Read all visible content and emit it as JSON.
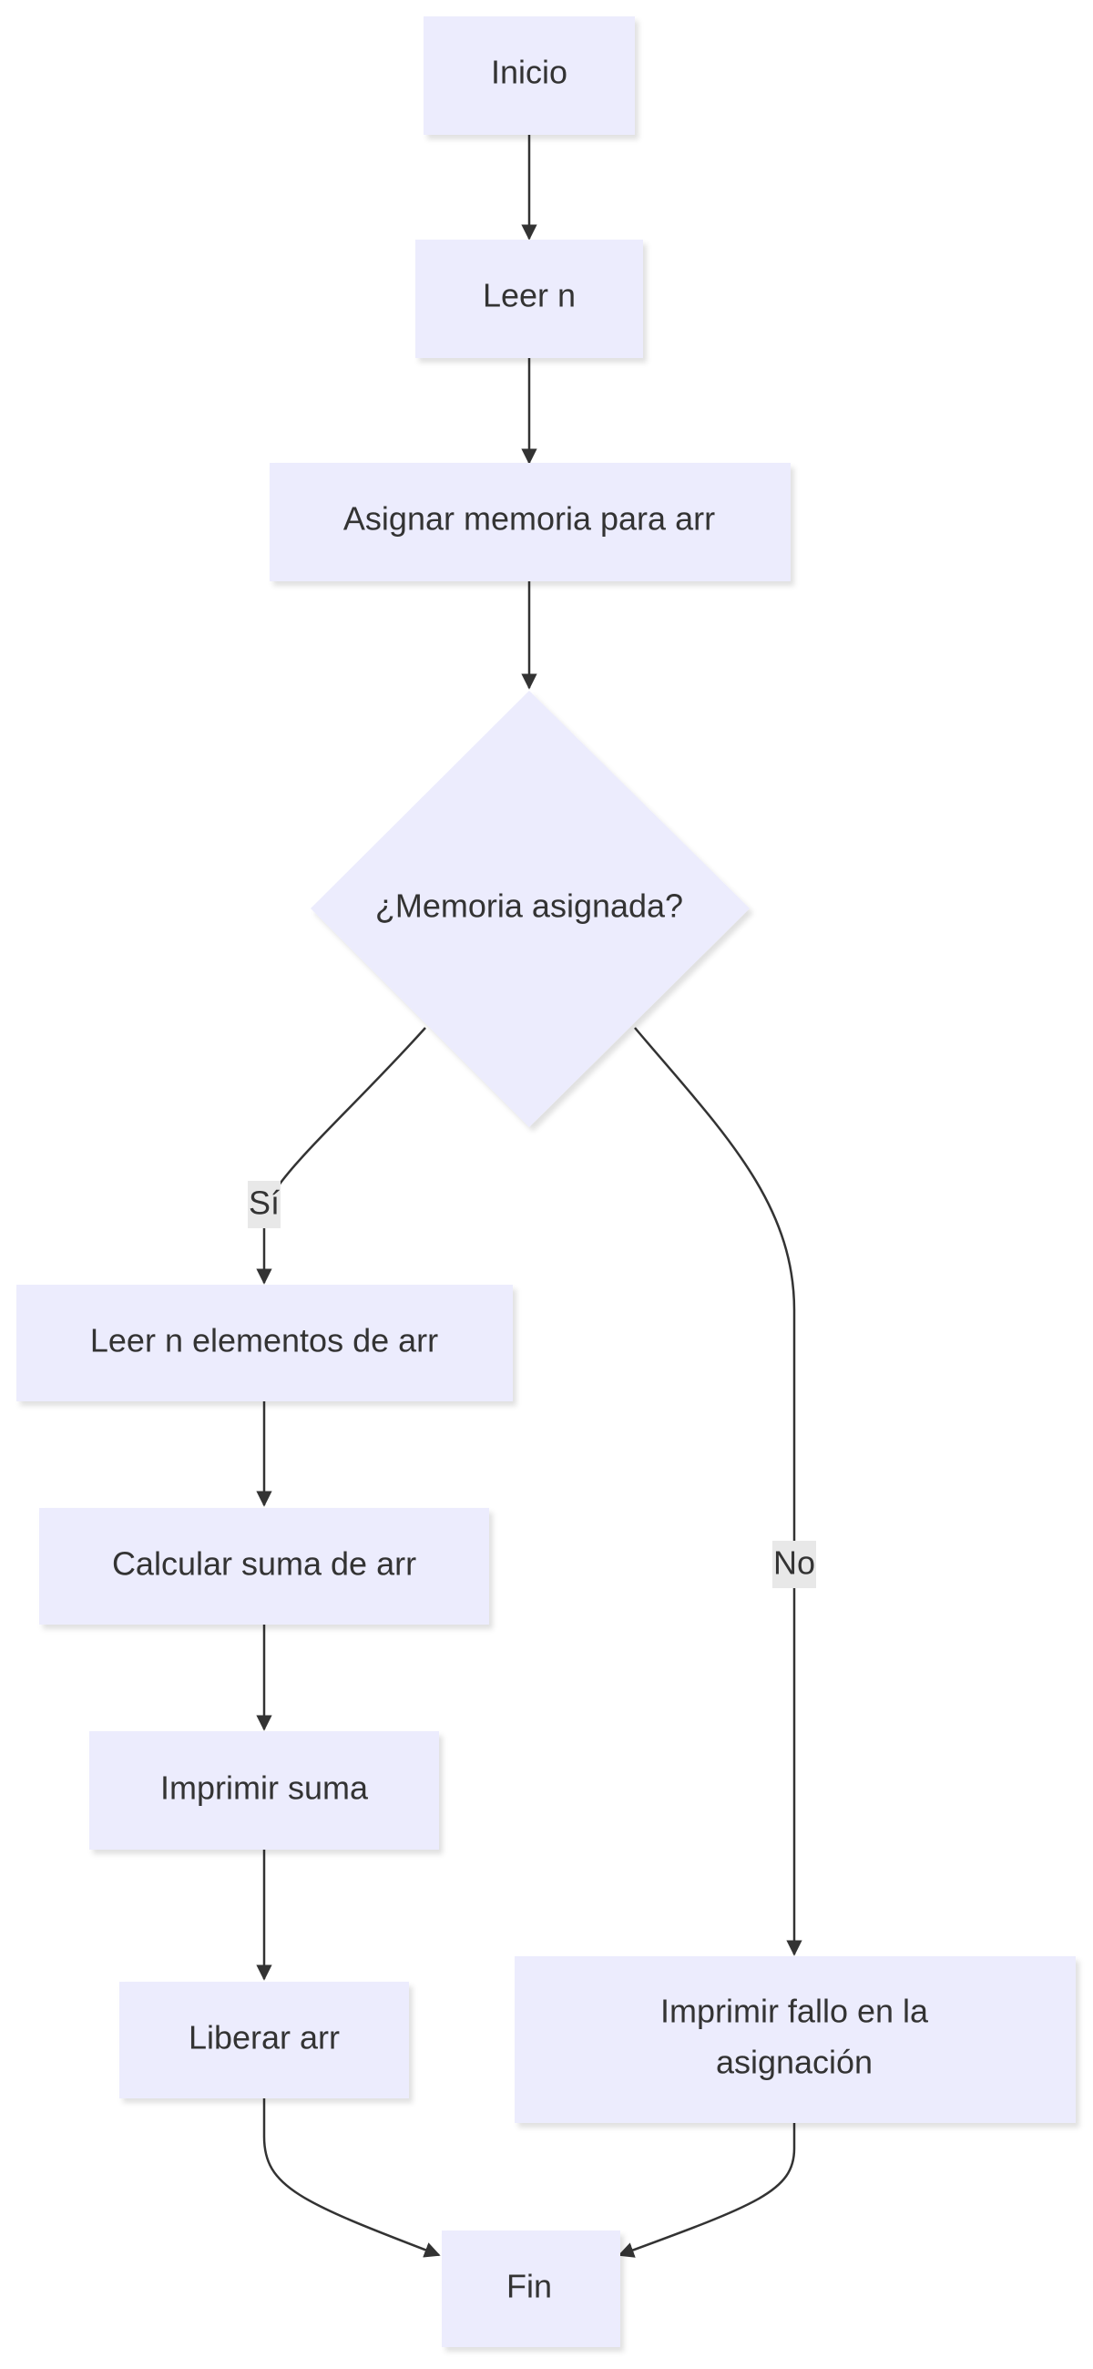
{
  "nodes": {
    "start": "Inicio",
    "read_n": "Leer n",
    "alloc": "Asignar memoria para arr",
    "decision": "¿Memoria asignada?",
    "read_elements": "Leer n elementos de arr",
    "calc_sum": "Calcular suma de arr",
    "print_sum": "Imprimir suma",
    "free_arr": "Liberar arr",
    "print_fail_line1": "Imprimir fallo en la",
    "print_fail_line2": "asignación",
    "end": "Fin"
  },
  "edges": {
    "yes_label": "Sí",
    "no_label": "No"
  },
  "colors": {
    "node_fill": "#ececfd",
    "edge_stroke": "#333333",
    "edge_label_bg": "#e8e8e8",
    "text": "#333333"
  }
}
